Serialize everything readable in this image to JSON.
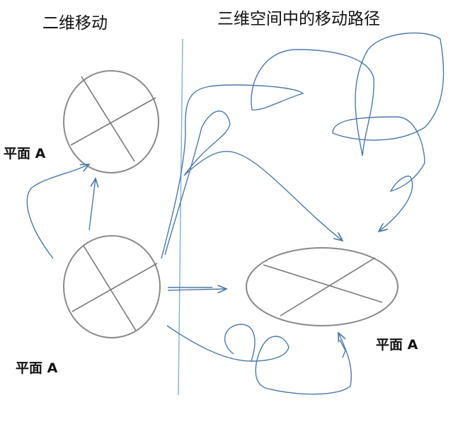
{
  "titles": {
    "left": "二维移动",
    "right": "三维空间中的移动路径"
  },
  "labels": [
    "平面 A",
    "平面 A",
    "平面 A"
  ],
  "colors": {
    "path": "#4b79a6",
    "divider": "#8ab4d8",
    "circle": "#8a8a8a"
  }
}
